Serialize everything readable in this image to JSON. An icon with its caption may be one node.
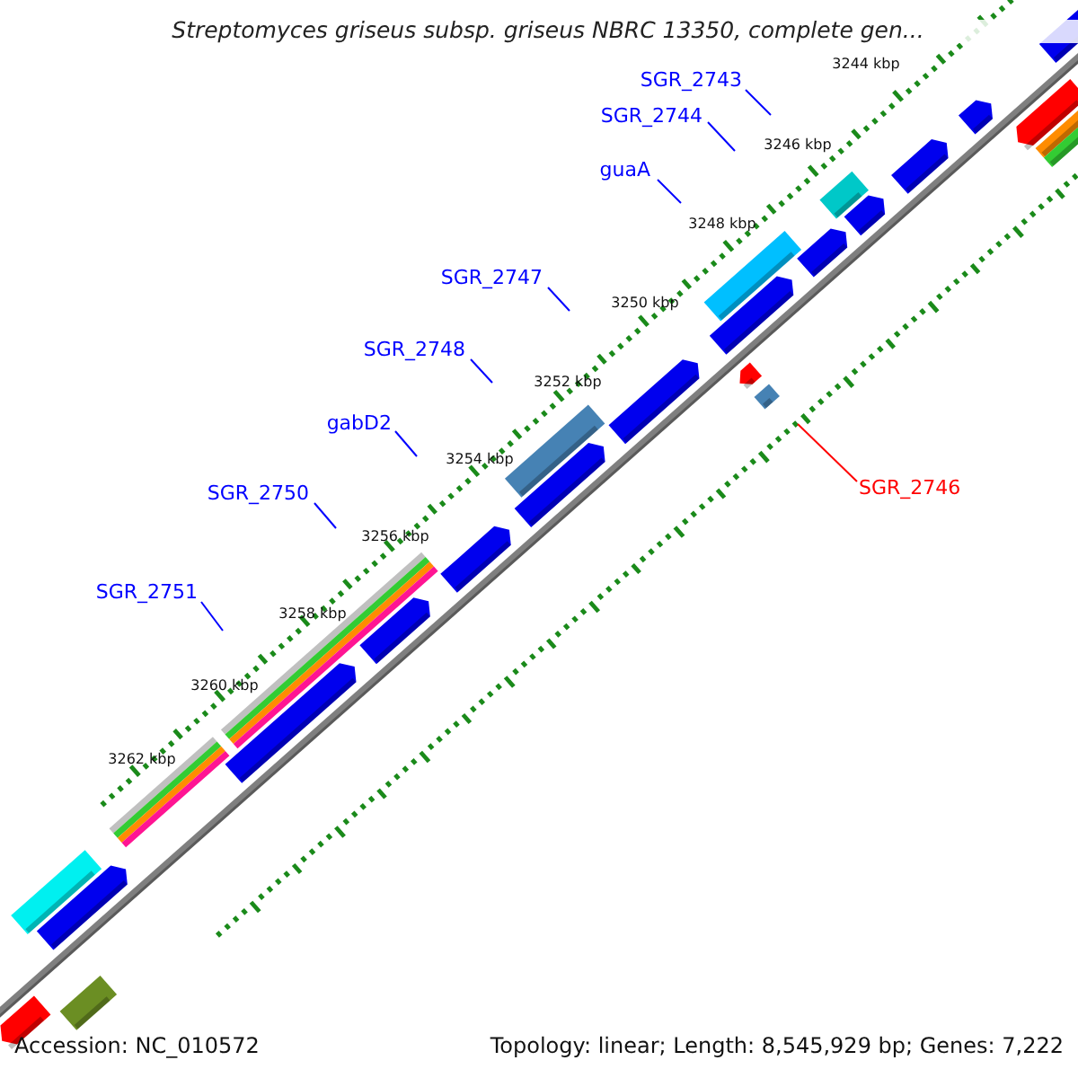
{
  "diagram": {
    "title": "Streptomyces griseus subsp. griseus NBRC 13350, complete gen...",
    "nodes": [
      {
        "text": [
          "SGR_2743"
        ]
      },
      {
        "text": [
          "SGR_2744"
        ]
      },
      {
        "text": [
          "guaA"
        ]
      },
      {
        "text": [
          "SGR_2747"
        ]
      },
      {
        "text": [
          "SGR_2748"
        ]
      },
      {
        "text": [
          "gabD2"
        ]
      },
      {
        "text": [
          "SGR_2750"
        ]
      },
      {
        "text": [
          "SGR_2751"
        ]
      },
      {
        "text": [
          "SGR_2746"
        ]
      }
    ],
    "edges": [
      {
        "from": 0,
        "to": null,
        "arrow": "none"
      },
      {
        "from": 1,
        "to": null,
        "arrow": "none"
      },
      {
        "from": 2,
        "to": null,
        "arrow": "none"
      },
      {
        "from": 3,
        "to": null,
        "arrow": "none"
      },
      {
        "from": 4,
        "to": null,
        "arrow": "none"
      },
      {
        "from": 5,
        "to": null,
        "arrow": "none"
      },
      {
        "from": 6,
        "to": null,
        "arrow": "none"
      },
      {
        "from": 7,
        "to": null,
        "arrow": "none"
      },
      {
        "from": 8,
        "to": null,
        "arrow": "none",
        "color": "#ff0000"
      }
    ],
    "labels": [
      "3244 kbp",
      "3246 kbp",
      "3248 kbp",
      "3250 kbp",
      "3252 kbp",
      "3254 kbp",
      "3256 kbp",
      "3258 kbp",
      "3260 kbp",
      "3262 kbp",
      "Accession: NC_010572",
      "Topology: linear; Length: 8,545,929 bp; Genes: 7,222"
    ]
  }
}
